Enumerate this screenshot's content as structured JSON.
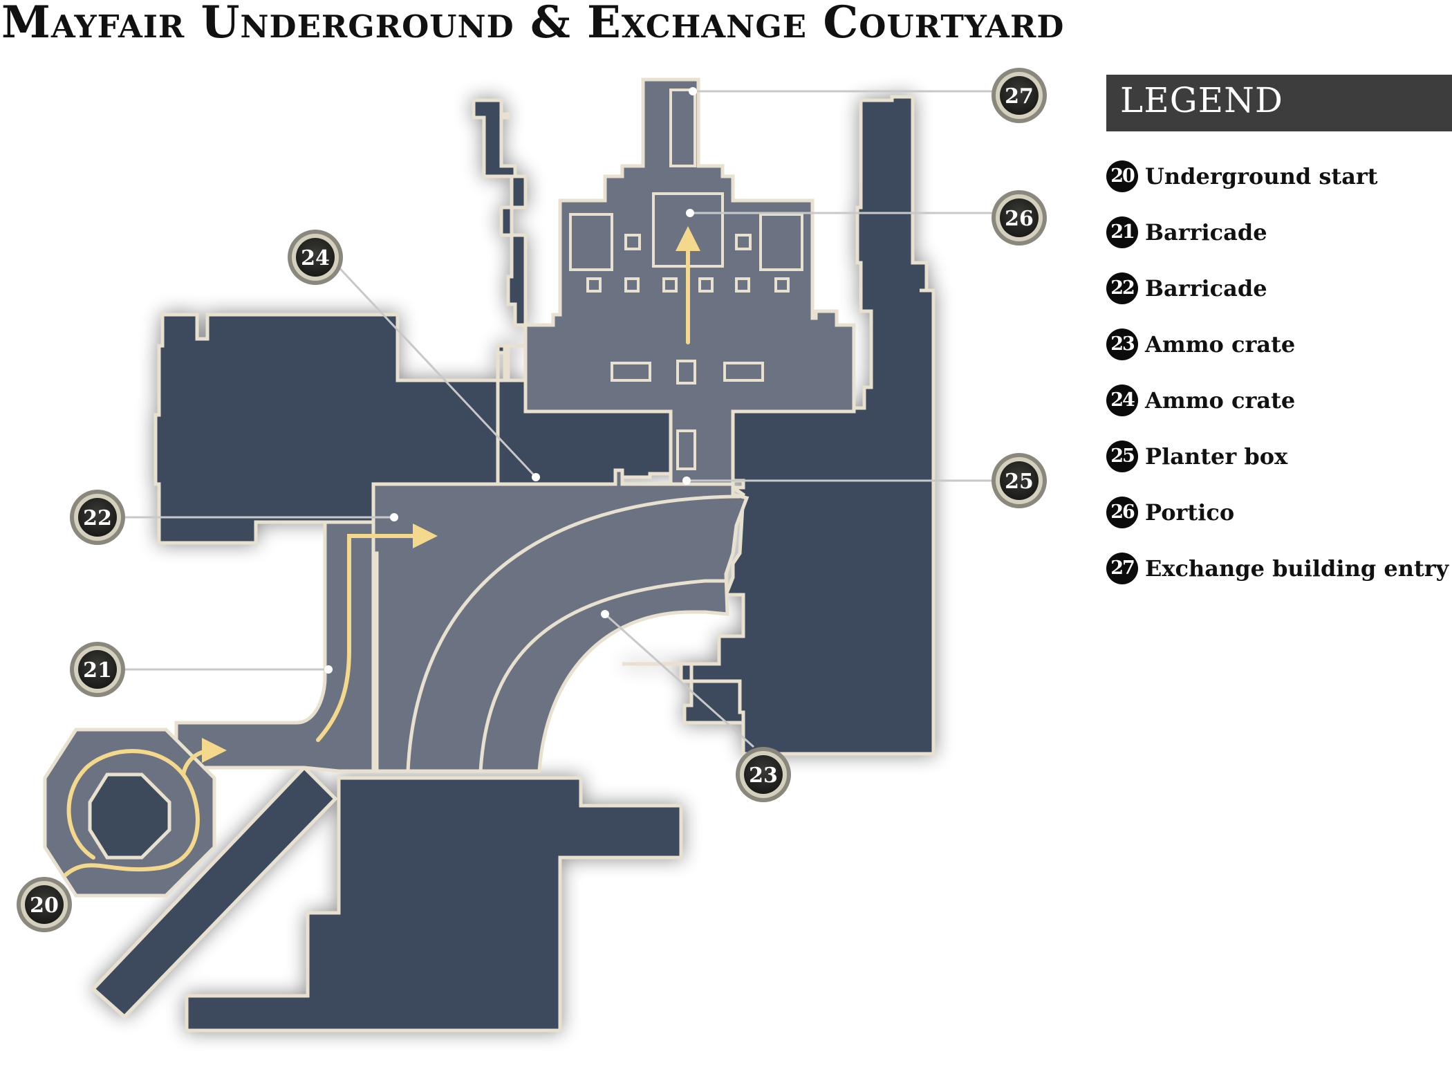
{
  "title": "Mayfair Underground & Exchange Courtyard",
  "legend": {
    "header": "LEGEND",
    "items": [
      {
        "number": "20",
        "label": "Underground start"
      },
      {
        "number": "21",
        "label": "Barricade"
      },
      {
        "number": "22",
        "label": "Barricade"
      },
      {
        "number": "23",
        "label": "Ammo crate"
      },
      {
        "number": "24",
        "label": "Ammo crate"
      },
      {
        "number": "25",
        "label": "Planter box"
      },
      {
        "number": "26",
        "label": "Portico"
      },
      {
        "number": "27",
        "label": "Exchange building entry door"
      }
    ]
  },
  "map": {
    "markers": [
      "20",
      "21",
      "22",
      "23",
      "24",
      "25",
      "26",
      "27"
    ],
    "colors": {
      "building": "#3d4a5c",
      "walkable": "#6b7383",
      "outline": "#e9e1cf",
      "route": "#f4d88b",
      "marker_fill": "#2a2a28",
      "marker_ring": "#c9c3ad"
    }
  }
}
